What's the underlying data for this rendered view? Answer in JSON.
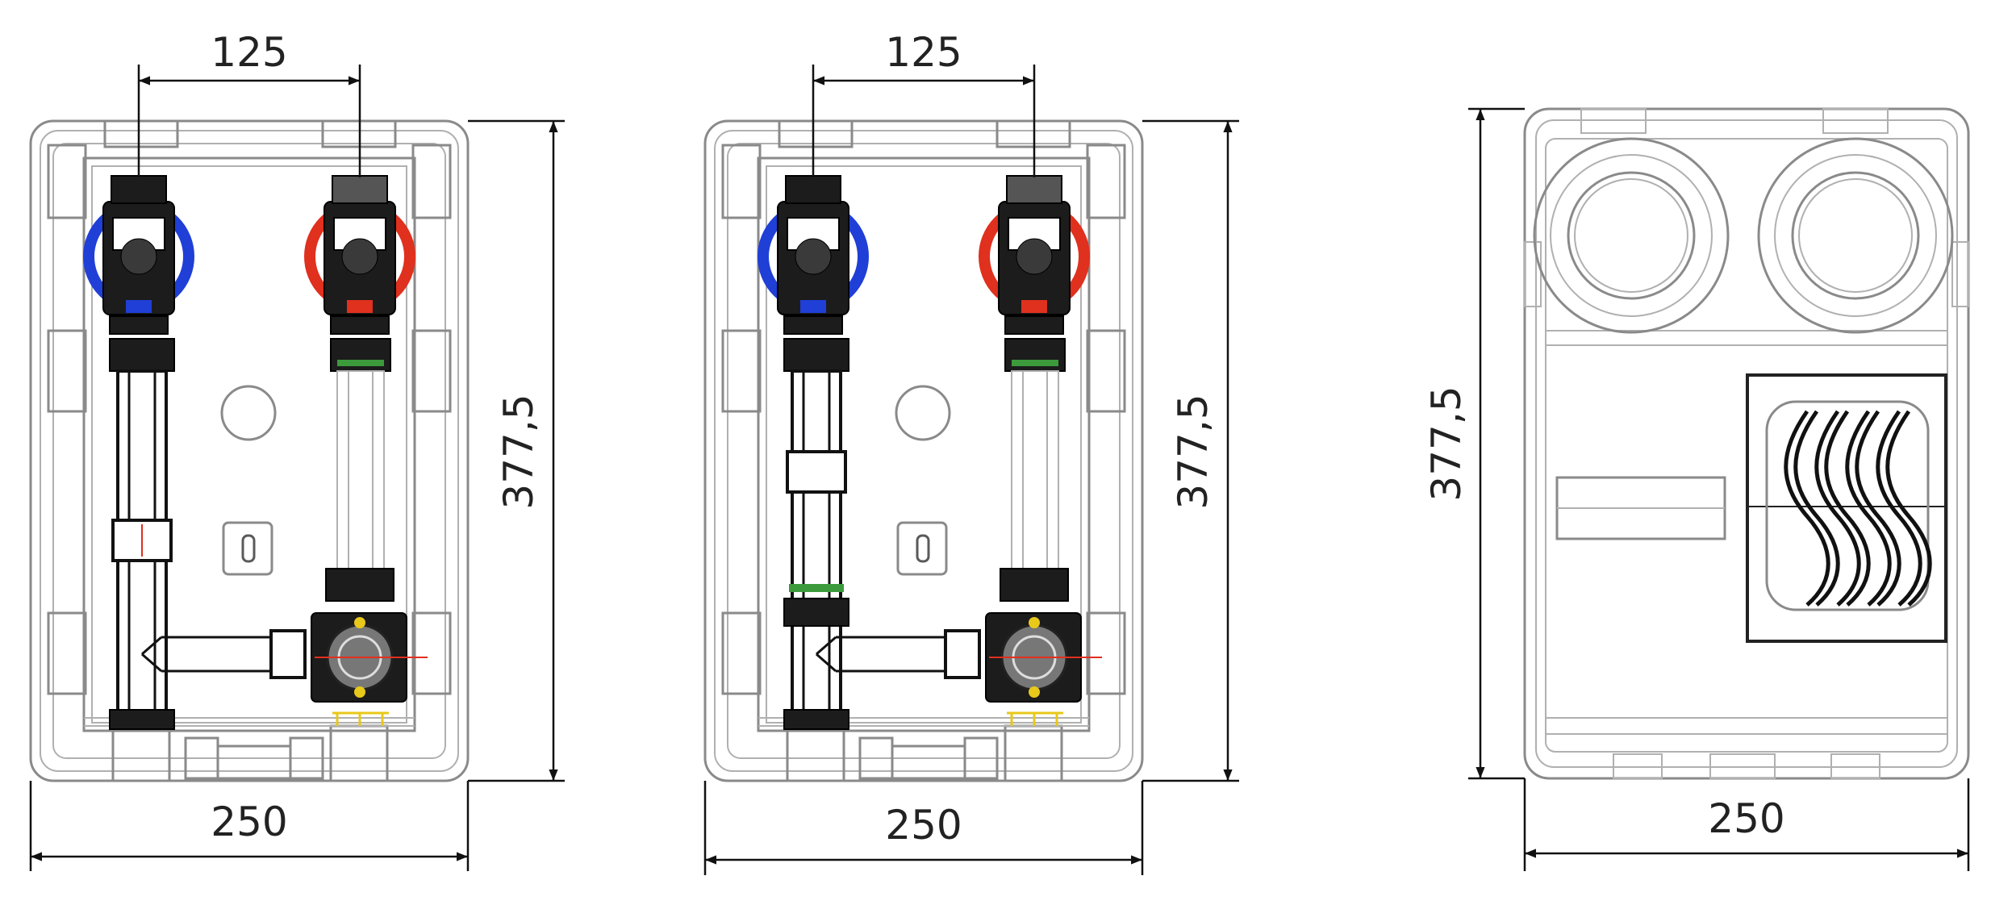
{
  "views": [
    {
      "id": "front-left",
      "width_label": "250",
      "height_label": "377,5",
      "spacing_label": "125"
    },
    {
      "id": "front-middle",
      "width_label": "250",
      "height_label": "377,5",
      "spacing_label": "125"
    },
    {
      "id": "cover",
      "width_label": "250",
      "height_label": "377,5"
    }
  ],
  "colors": {
    "cold": "#1f3fd6",
    "hot": "#e0301e",
    "green_ring": "#3c9a3c",
    "yellow": "#e8c81a",
    "housing": "#8a8a8a"
  }
}
